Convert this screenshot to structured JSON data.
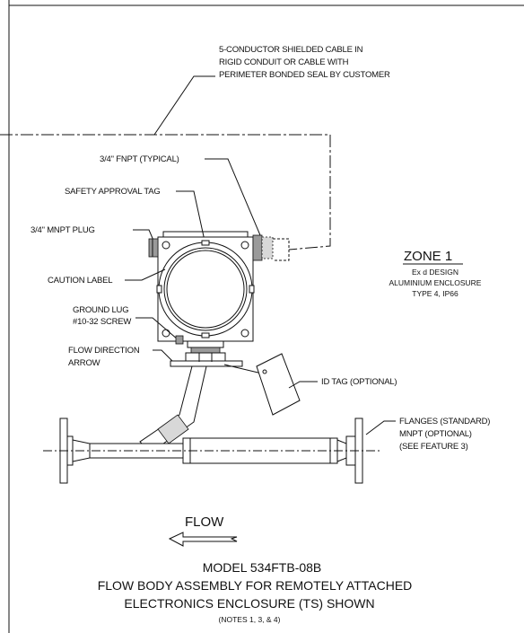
{
  "labels": {
    "cable_line1": "5-CONDUCTOR SHIELDED CABLE IN",
    "cable_line2": "RIGID CONDUIT OR CABLE WITH",
    "cable_line3": "PERIMETER BONDED SEAL BY CUSTOMER",
    "fnpt": "3/4\" FNPT (TYPICAL)",
    "safety_tag": "SAFETY APPROVAL TAG",
    "mnpt_plug": "3/4\" MNPT PLUG",
    "caution_label": "CAUTION LABEL",
    "ground_lug_1": "GROUND LUG",
    "ground_lug_2": "#10-32 SCREW",
    "flow_dir_1": "FLOW DIRECTION",
    "flow_dir_2": "ARROW",
    "id_tag": "ID TAG (OPTIONAL)",
    "flanges_1": "FLANGES (STANDARD)",
    "flanges_2": "MNPT (OPTIONAL)",
    "flanges_3": "(SEE FEATURE 3)",
    "flow": "FLOW"
  },
  "zone": {
    "title": "ZONE 1",
    "line1": "Ex d DESIGN",
    "line2": "ALUMINIUM ENCLOSURE",
    "line3": "TYPE 4, IP66"
  },
  "caption": {
    "line1": "MODEL 534FTB-08B",
    "line2": "FLOW BODY ASSEMBLY FOR REMOTELY ATTACHED",
    "line3": "ELECTRONICS ENCLOSURE (TS) SHOWN",
    "line4": "(NOTES 1, 3, & 4)"
  }
}
